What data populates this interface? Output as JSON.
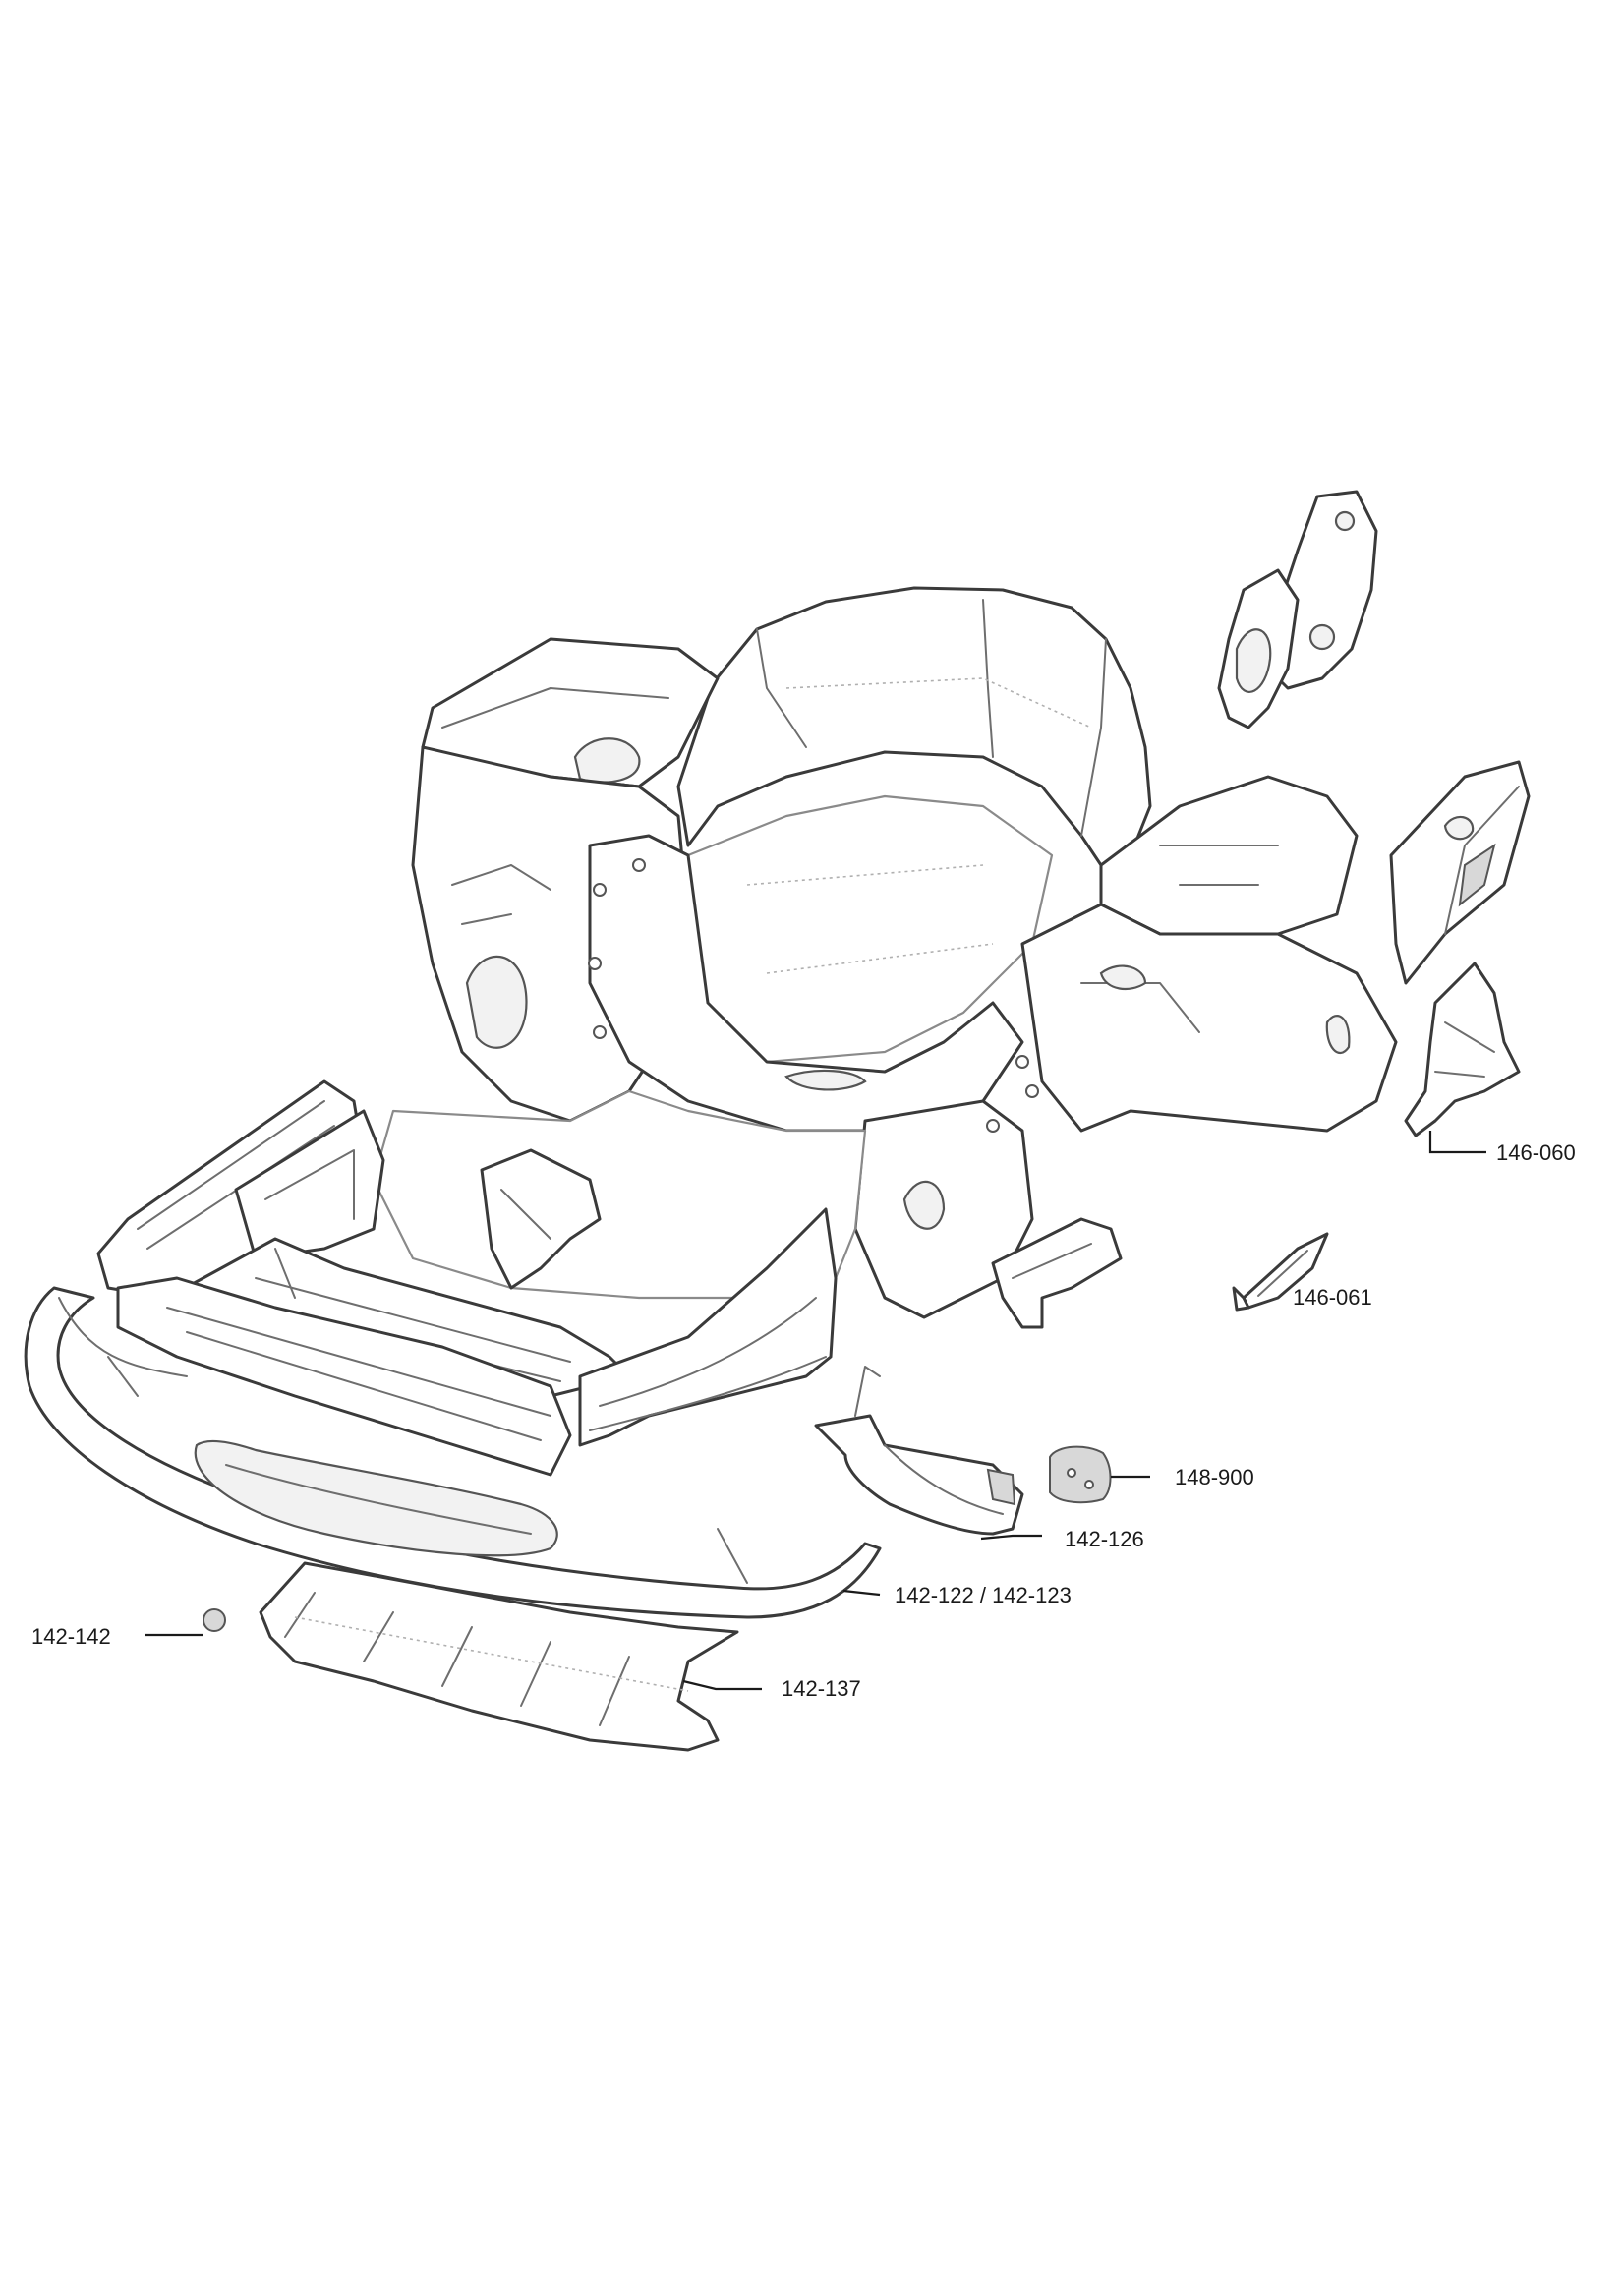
{
  "callouts": {
    "c146060": "146-060",
    "c146061": "146-061",
    "c148900": "148-900",
    "c142126": "142-126",
    "c142122": "142-122 / 142-123",
    "c142142": "142-142",
    "c142137": "142-137"
  }
}
